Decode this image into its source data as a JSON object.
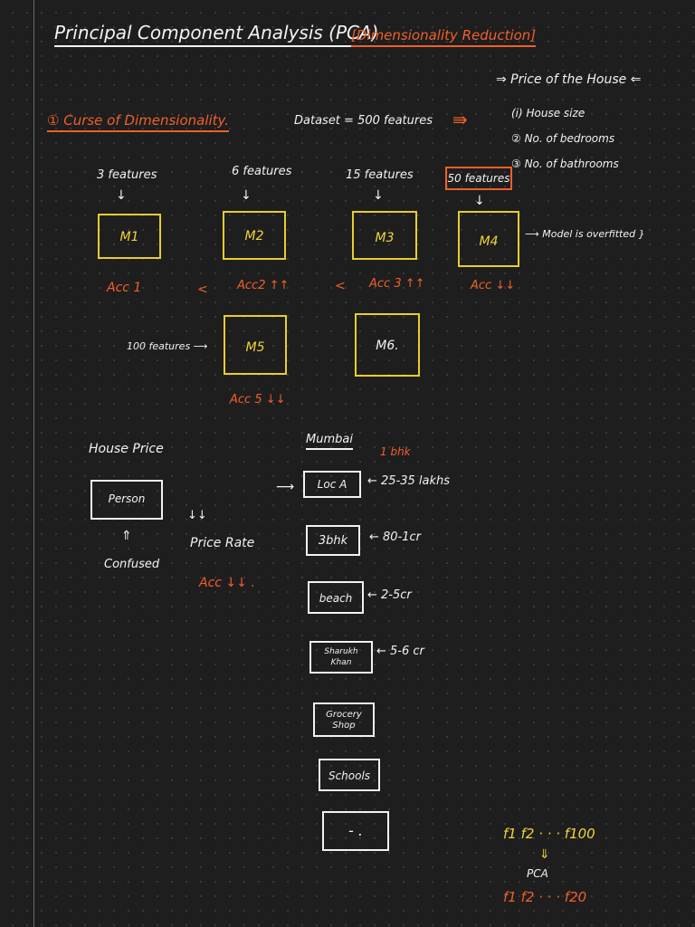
{
  "title": {
    "main": "Principal Component Analysis (PCA)",
    "sub": "[Dimensionality Reduction]"
  },
  "section1": {
    "heading": "① Curse of Dimensionality.",
    "dataset": "Dataset = 500 features",
    "arrow": "⇛"
  },
  "house_features": {
    "heading": "⇒ Price of the House ⇐",
    "items": [
      "(i) House size",
      "② No. of bedrooms",
      "③ No. of bathrooms"
    ]
  },
  "models": [
    {
      "features": "3 features",
      "name": "M1",
      "acc": "Acc 1"
    },
    {
      "features": "6 features",
      "name": "M2",
      "acc": "Acc2 ↑↑"
    },
    {
      "features": "15 features",
      "name": "M3",
      "acc": "Acc 3 ↑↑"
    },
    {
      "features": "50 features",
      "name": "M4",
      "acc": "Acc ↓↓"
    },
    {
      "features": "100 features ⟶",
      "name": "M5",
      "acc": "Acc 5 ↓↓"
    },
    {
      "features": "",
      "name": "M6.",
      "acc": ""
    }
  ],
  "comparisons": [
    "<",
    "<"
  ],
  "overfit_note": "⟶ Model is overfitted }",
  "house_price": {
    "heading": "House Price",
    "person": "Person",
    "up_arrow": "⇑",
    "confused": "Confused",
    "down_arrows": "↓↓",
    "price_rate": "Price Rate",
    "acc": "Acc ↓↓ ."
  },
  "mumbai": {
    "heading": "Mumbai",
    "tag": "1 bhk",
    "arrow_in": "⟶",
    "items": [
      {
        "label": "Loc A",
        "price": "← 25-35 lakhs"
      },
      {
        "label": "3bhk",
        "price": "← 80-1cr"
      },
      {
        "label": "beach",
        "price": "← 2-5cr"
      },
      {
        "label": "Sharukh Khan",
        "price": "← 5-6 cr"
      },
      {
        "label": "Grocery Shop",
        "price": ""
      },
      {
        "label": "Schools",
        "price": ""
      },
      {
        "label": "- .",
        "price": ""
      }
    ]
  },
  "pca_summary": {
    "before": "f1  f2  · · · f100",
    "arrow": "⇓",
    "label": "PCA",
    "after": "f1  f2 · · · f20"
  },
  "colors": {
    "background": "#1e1e1e",
    "ink": "#f2f2f2",
    "orange": "#f0602a",
    "yellow": "#f2d43a"
  }
}
